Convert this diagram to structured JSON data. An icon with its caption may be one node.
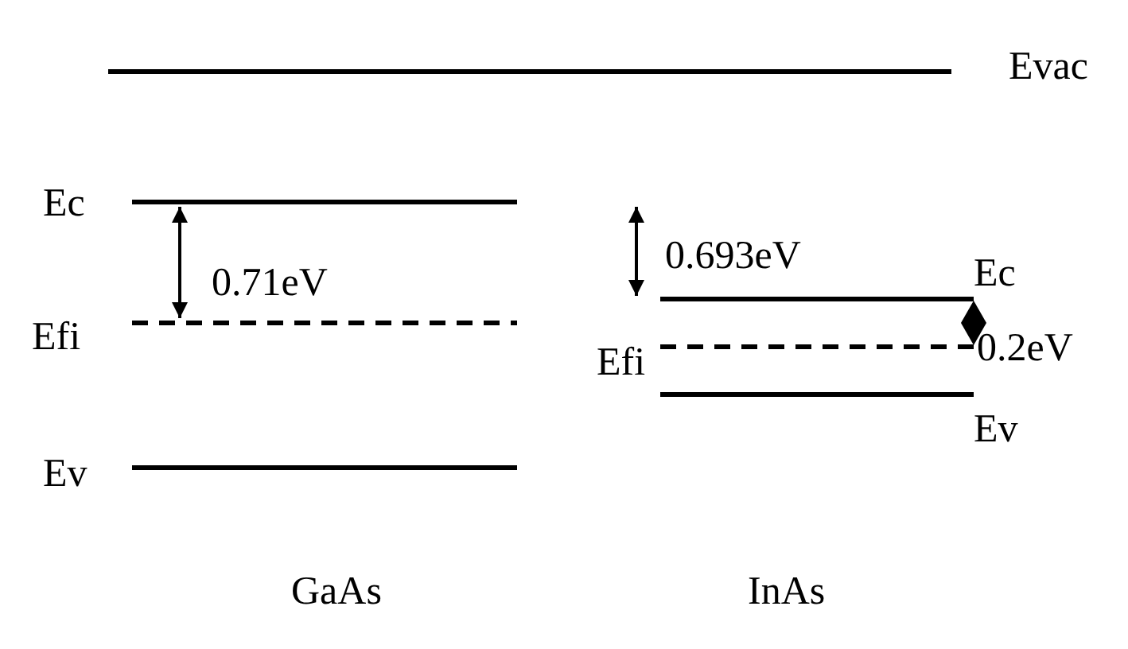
{
  "diagram": {
    "labels": [
      "Evac",
      "Ec",
      "0.693eV",
      "0.71eV",
      "Ec",
      "Efi",
      "Efi",
      "0.2eV",
      "Ev",
      "Ev",
      "GaAs",
      "InAs"
    ]
  }
}
